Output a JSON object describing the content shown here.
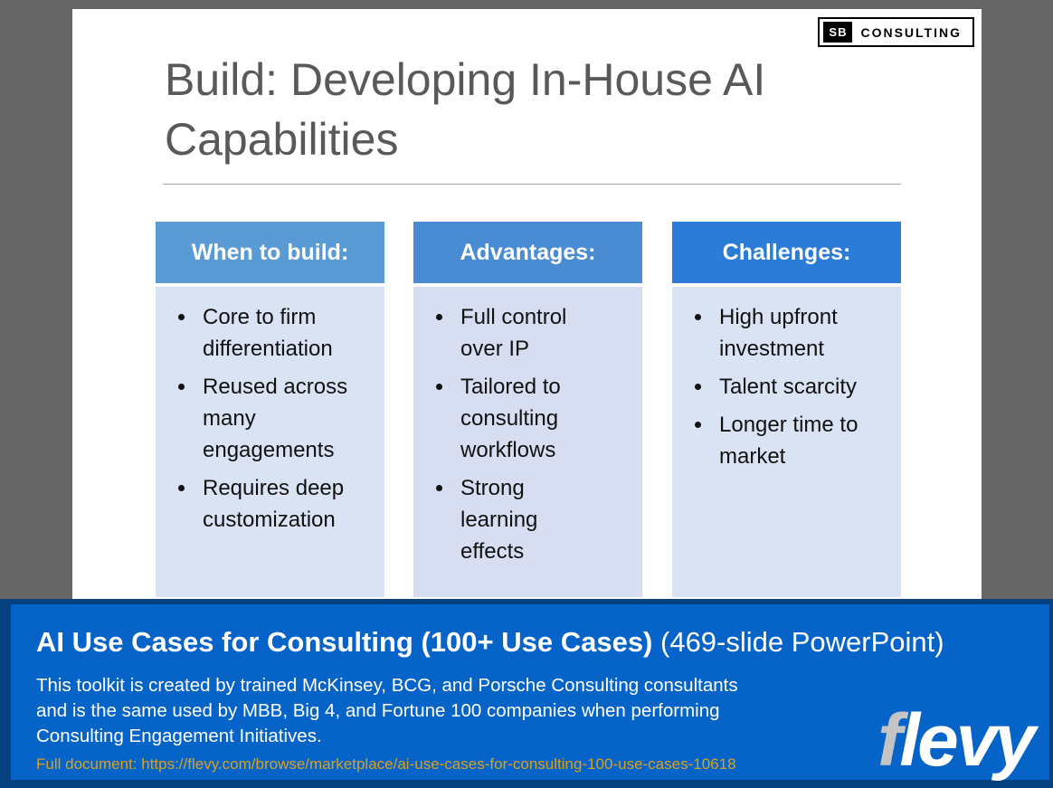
{
  "page": {
    "background_color": "#666666"
  },
  "slide": {
    "logo": {
      "initials": "SB",
      "name": "CONSULTING"
    },
    "title": "Build: Developing In-House AI Capabilities",
    "title_color": "#595959",
    "columns": [
      {
        "header": "When to build:",
        "header_color": "#5B9BD5",
        "body_color": "#DAE3F3",
        "bullets": [
          "Core to firm differentiation",
          "Reused across many engagements",
          "Requires deep customization"
        ]
      },
      {
        "header": "Advantages:",
        "header_color": "#4A8CD3",
        "body_color": "#D7DEF1",
        "bullets": [
          "Full control over IP",
          "Tailored to consulting workflows",
          "Strong learning effects"
        ]
      },
      {
        "header": "Challenges:",
        "header_color": "#2B7CD6",
        "body_color": "#DAE3F3",
        "bullets": [
          "High upfront investment",
          "Talent scarcity",
          "Longer time to market"
        ]
      }
    ]
  },
  "banner": {
    "frame_color": "#06417F",
    "panel_color": "#0663C7",
    "title_bold": "AI Use Cases for Consulting (100+ Use Cases)",
    "title_regular": " (469-slide PowerPoint)",
    "description": "This toolkit is created by trained McKinsey, BCG, and Porsche Consulting consultants and is the same used by MBB, Big 4, and Fortune 100 companies when performing Consulting Engagement Initiatives.",
    "link": "Full document: https://flevy.com/browse/marketplace/ai-use-cases-for-consulting-100-use-cases-10618",
    "link_color": "#D9A21D",
    "logo": {
      "f": "f",
      "rest": "levy"
    }
  }
}
